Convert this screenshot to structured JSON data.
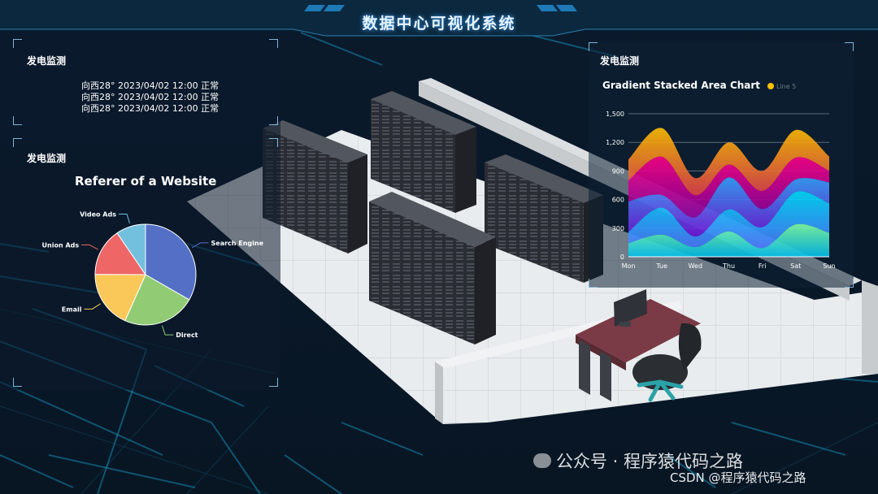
{
  "header": {
    "title": "数据中心可视化系统"
  },
  "panel_status": {
    "title": "发电监测",
    "lines": [
      "向西28° 2023/04/02 12:00 正常",
      "向西28° 2023/04/02 12:00 正常",
      "向西28° 2023/04/02 12:00 正常"
    ]
  },
  "panel_pie": {
    "title": "发电监测"
  },
  "panel_area": {
    "title": "发电监测"
  },
  "watermark": {
    "wechat": "公众号 · 程序猿代码之路",
    "csdn": "CSDN @程序猿代码之路"
  },
  "colors": {
    "bg": "#07111e",
    "grid_line": "#1ec8ff",
    "panel_corner": "#7fb6d6"
  },
  "chart_data": [
    {
      "type": "pie",
      "title": "Referer of a Website",
      "slices": [
        {
          "name": "Search Engine",
          "value": 1048,
          "color": "#5470c6"
        },
        {
          "name": "Direct",
          "value": 735,
          "color": "#91cc75"
        },
        {
          "name": "Email",
          "value": 580,
          "color": "#fac858"
        },
        {
          "name": "Union Ads",
          "value": 484,
          "color": "#ee6666"
        },
        {
          "name": "Video Ads",
          "value": 300,
          "color": "#73c0de"
        }
      ]
    },
    {
      "type": "area",
      "title": "Gradient Stacked Area Chart",
      "legend_visible": [
        "Line 5"
      ],
      "categories": [
        "Mon",
        "Tue",
        "Wed",
        "Thu",
        "Fri",
        "Sat",
        "Sun"
      ],
      "ylim": [
        0,
        1500
      ],
      "yticks": [
        "0",
        "300",
        "600",
        "900",
        "1,200",
        "1,500"
      ],
      "grid": true,
      "series": [
        {
          "values": [
            140,
            232,
            101,
            264,
            90,
            340,
            250
          ],
          "colors": [
            "#80ffa5",
            "#01bfec"
          ]
        },
        {
          "values": [
            120,
            282,
            111,
            234,
            220,
            340,
            310
          ],
          "colors": [
            "#00ddff",
            "#4d77ff"
          ]
        },
        {
          "values": [
            320,
            132,
            201,
            334,
            190,
            130,
            220
          ],
          "colors": [
            "#37a2ff",
            "#7415db"
          ]
        },
        {
          "values": [
            220,
            402,
            231,
            134,
            190,
            230,
            120
          ],
          "colors": [
            "#ff0087",
            "#87009d"
          ]
        },
        {
          "name": "Line 5",
          "values": [
            220,
            302,
            181,
            234,
            210,
            290,
            150
          ],
          "colors": [
            "#ffbf00",
            "#e03e4c"
          ]
        }
      ]
    }
  ]
}
